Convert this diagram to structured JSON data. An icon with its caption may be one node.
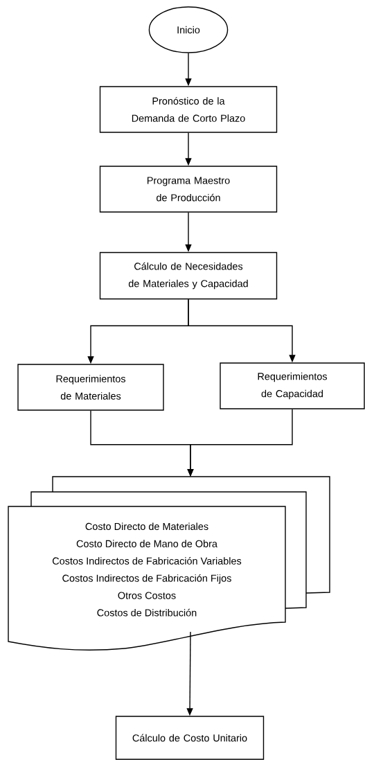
{
  "diagram": {
    "nodes": [
      {
        "text": [
          "Inicio"
        ]
      },
      {
        "text": [
          "Pronóstico de la Demanda de Corto Plazo"
        ]
      },
      {
        "text": [
          "Programa Maestro de Producción"
        ]
      },
      {
        "text": [
          "Cálculo de Necesidades de Materiales y Capacidad"
        ]
      },
      {
        "text": [
          "Requerimientos de Materiales"
        ]
      },
      {
        "text": [
          "Requerimientos de Capacidad"
        ]
      },
      {
        "text": [
          "Costo Directo de Materiales",
          "Costo Directo de Mano de Obra",
          "Costos Indirectos de Fabricación Variables",
          "Costos Indirectos de Fabricación Fijos",
          "Otros Costos",
          "Costos de Distribución"
        ]
      },
      {
        "text": [
          "Cálculo de Costo Unitario"
        ]
      }
    ],
    "edges": [
      {
        "from": 0,
        "to": 1,
        "arrow": "to"
      },
      {
        "from": 1,
        "to": 2,
        "arrow": "to"
      },
      {
        "from": 2,
        "to": 3,
        "arrow": "to"
      },
      {
        "from": 3,
        "to": 4,
        "arrow": "to"
      },
      {
        "from": 3,
        "to": 5,
        "arrow": "to"
      },
      {
        "from": 4,
        "to": 6,
        "arrow": "to"
      },
      {
        "from": 5,
        "to": 6,
        "arrow": "to"
      },
      {
        "from": 6,
        "to": 7,
        "arrow": "to"
      }
    ]
  }
}
